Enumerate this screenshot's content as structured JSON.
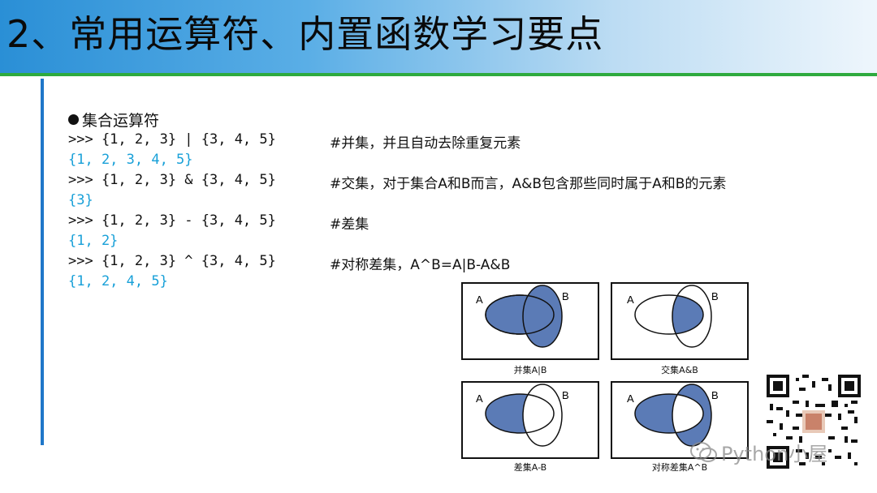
{
  "header": {
    "title": "2、常用运算符、内置函数学习要点"
  },
  "section": {
    "bullet_label": "集合运算符"
  },
  "code_lines": [
    {
      "input": ">>> {1, 2, 3} | {3, 4, 5}",
      "output": "{1, 2, 3, 4, 5}",
      "comment": "#并集，并且自动去除重复元素"
    },
    {
      "input": ">>> {1, 2, 3} & {3, 4, 5}",
      "output": "{3}",
      "comment": "#交集，对于集合A和B而言，A&B包含那些同时属于A和B的元素"
    },
    {
      "input": ">>> {1, 2, 3} - {3, 4, 5}",
      "output": "{1, 2}",
      "comment": "#差集"
    },
    {
      "input": ">>> {1, 2, 3} ^ {3, 4, 5}",
      "output": "{1, 2, 4, 5}",
      "comment": "#对称差集，A^B=A|B-A&B"
    }
  ],
  "venn": {
    "set_a": "A",
    "set_b": "B",
    "fill_color": "#5b7bb6",
    "diagrams": [
      {
        "caption": "并集A|B"
      },
      {
        "caption": "交集A&B"
      },
      {
        "caption": "差集A-B"
      },
      {
        "caption": "对称差集A^B"
      }
    ]
  },
  "watermark": {
    "text": "Python小屋"
  }
}
